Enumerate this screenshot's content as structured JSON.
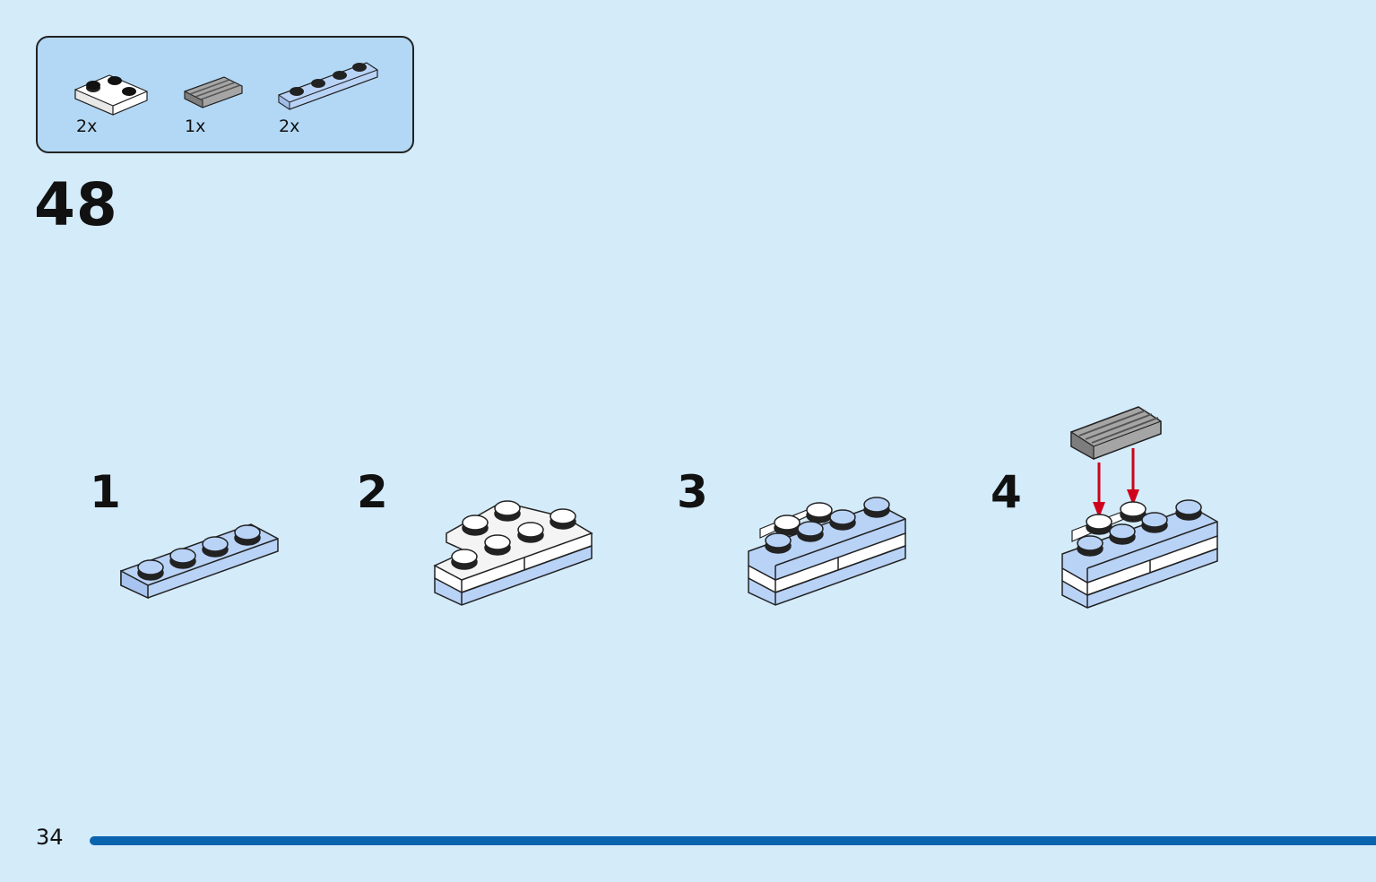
{
  "parts": [
    {
      "count": "2x",
      "icon": "white-corner-plate-icon"
    },
    {
      "count": "1x",
      "icon": "gray-grille-tile-icon"
    },
    {
      "count": "2x",
      "icon": "blue-plate-1x4-icon"
    }
  ],
  "step_number": "48",
  "substeps": [
    {
      "label": "1"
    },
    {
      "label": "2"
    },
    {
      "label": "3"
    },
    {
      "label": "4"
    }
  ],
  "page_number": "34",
  "colors": {
    "background": "#d4ebfa",
    "parts_box": "#b3d8f5",
    "light_blue_brick": "#b9d3f7",
    "white_brick": "#ffffff",
    "gray_tile": "#9a9a9a",
    "arrow": "#d0021b",
    "progress_bar": "#0a63ae"
  }
}
